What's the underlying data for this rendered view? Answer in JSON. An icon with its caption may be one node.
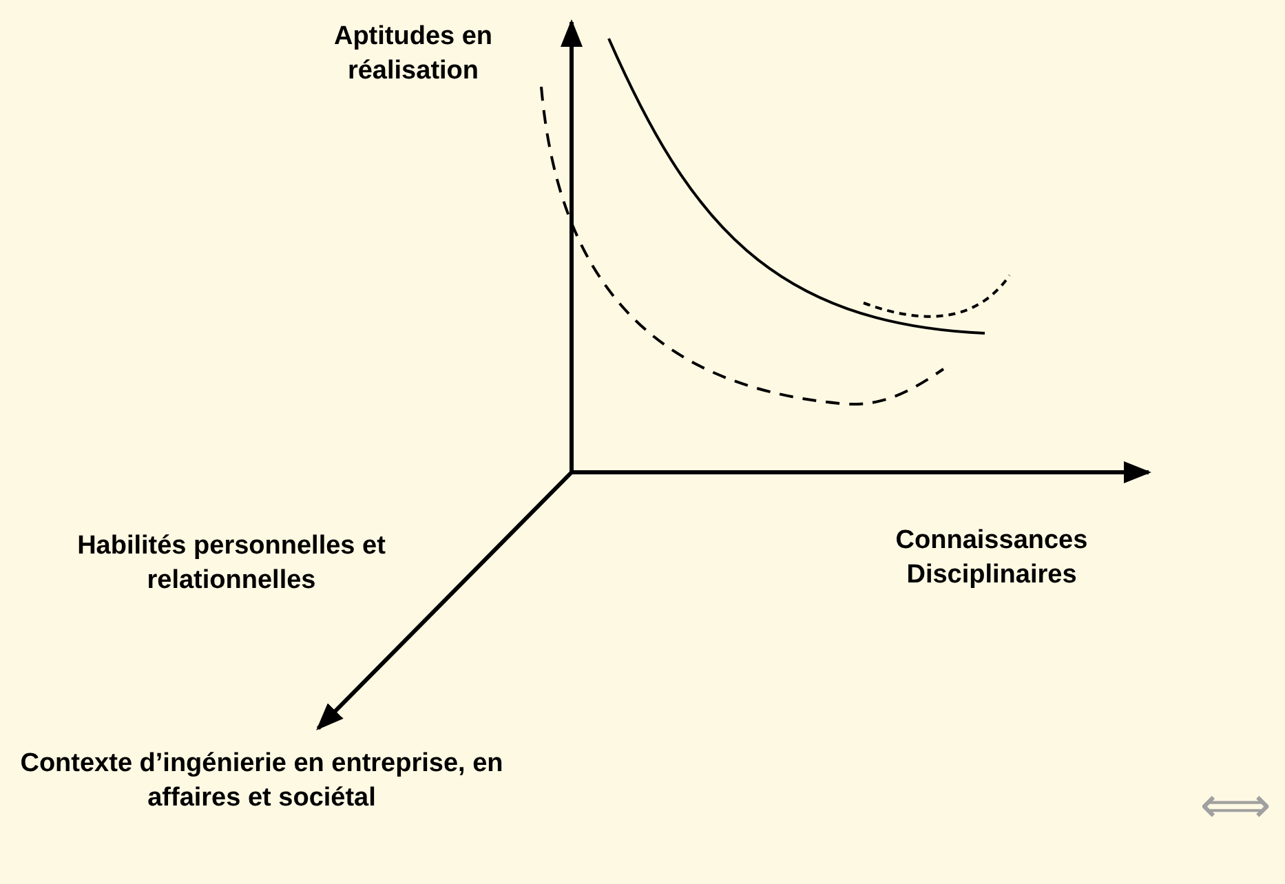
{
  "diagram": {
    "labels": [
      "Aptitudes en réalisation",
      "Habilités personnelles et relationnelles",
      "Connaissances Disciplinaires",
      "Contexte d’ingénierie en entreprise, en affaires et sociétal",
      "⟺"
    ]
  }
}
